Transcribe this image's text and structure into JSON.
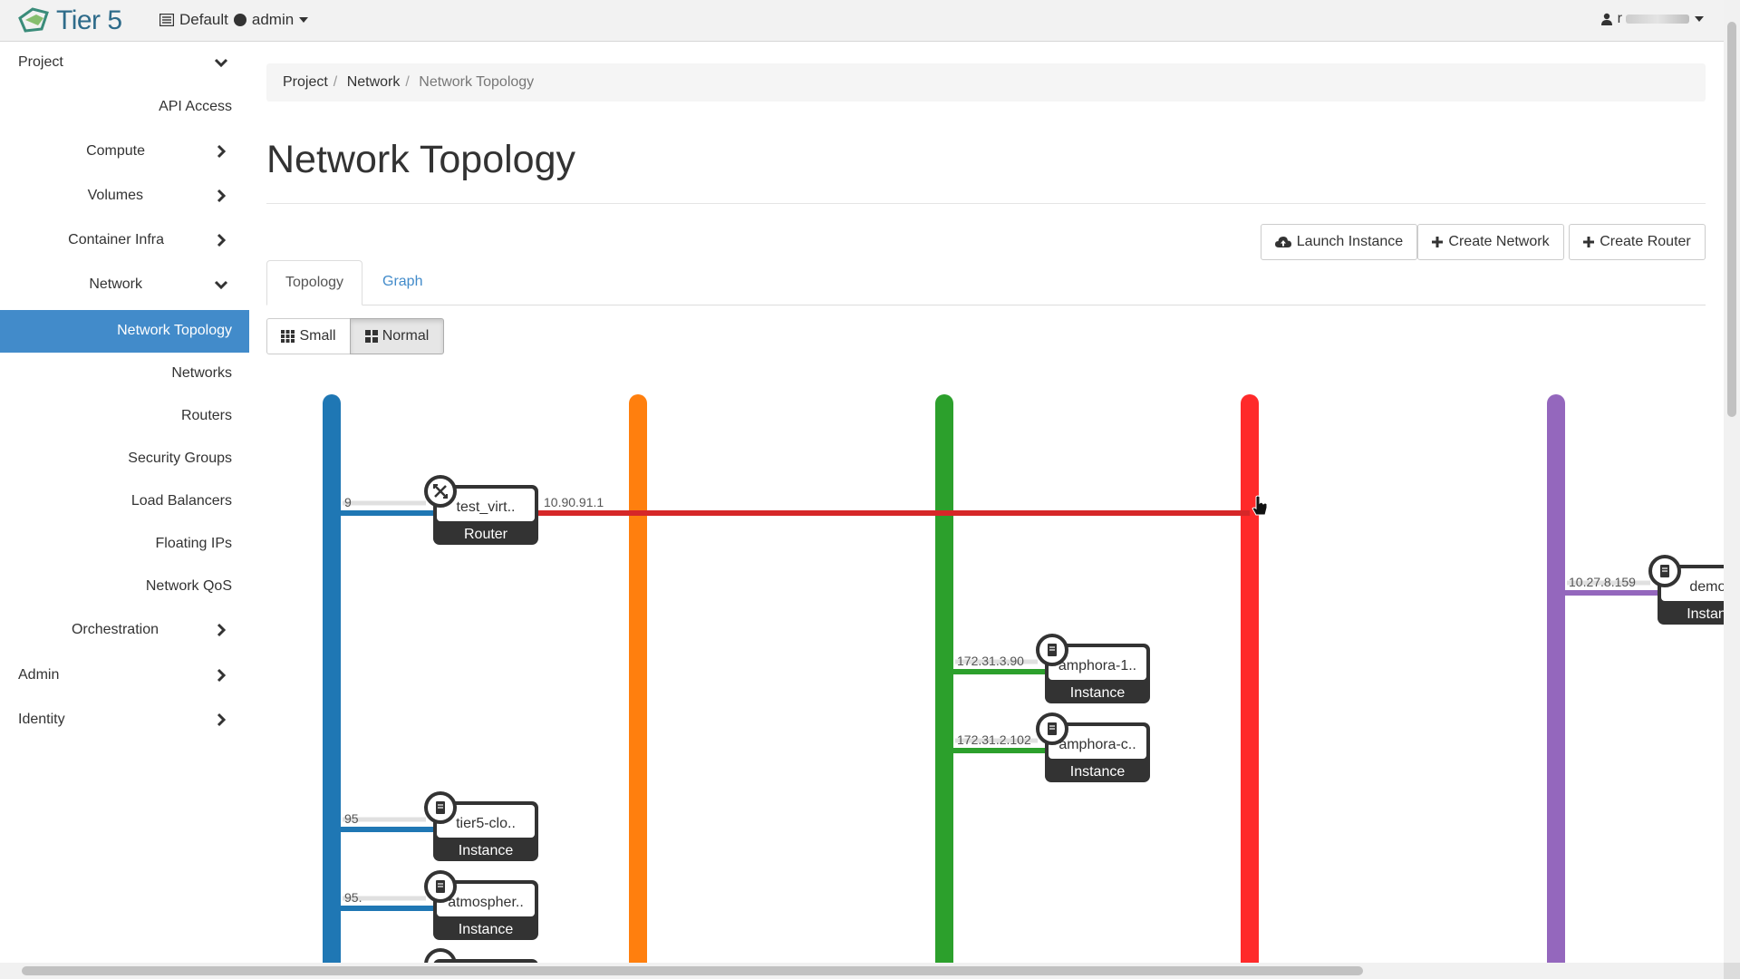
{
  "navbar": {
    "brand": "Tier 5",
    "domain": "Default",
    "project": "admin",
    "user": "r"
  },
  "sidebar": {
    "items": [
      {
        "label": "Project",
        "chevron": "down"
      },
      {
        "label": "API Access",
        "chevron": "none"
      },
      {
        "label": "Compute",
        "chevron": "right"
      },
      {
        "label": "Volumes",
        "chevron": "right"
      },
      {
        "label": "Container Infra",
        "chevron": "right"
      },
      {
        "label": "Network",
        "chevron": "down"
      },
      {
        "label": "Network Topology",
        "chevron": "none",
        "active": true
      },
      {
        "label": "Networks",
        "chevron": "none"
      },
      {
        "label": "Routers",
        "chevron": "none"
      },
      {
        "label": "Security Groups",
        "chevron": "none"
      },
      {
        "label": "Load Balancers",
        "chevron": "none"
      },
      {
        "label": "Floating IPs",
        "chevron": "none"
      },
      {
        "label": "Network QoS",
        "chevron": "none"
      },
      {
        "label": "Orchestration",
        "chevron": "right"
      },
      {
        "label": "Admin",
        "chevron": "right"
      },
      {
        "label": "Identity",
        "chevron": "right"
      }
    ]
  },
  "breadcrumb": {
    "project": "Project",
    "network": "Network",
    "current": "Network Topology"
  },
  "page_title": "Network Topology",
  "actions": {
    "launch_instance": "Launch Instance",
    "create_network": "Create Network",
    "create_router": "Create Router"
  },
  "tabs": {
    "topology": "Topology",
    "graph": "Graph"
  },
  "view_toggle": {
    "small": "Small",
    "normal": "Normal",
    "selected": "Normal"
  },
  "topology": {
    "networks": [
      {
        "color": "#1f77b4"
      },
      {
        "color": "#ff7f0e"
      },
      {
        "color": "#2ca02c"
      },
      {
        "color": "#ff2a2a"
      },
      {
        "color": "#9467bd"
      }
    ],
    "router_link_color": "#d62728",
    "nodes": [
      {
        "name": "test_virt..",
        "type": "Router",
        "network": 0,
        "ip": "9",
        "icon": "router-icon",
        "uplink_ip": "10.90.91.1",
        "uplink_network": 3
      },
      {
        "name": "demo-",
        "type": "Instanc",
        "network": 4,
        "ip": "10.27.8.159",
        "icon": "server-icon"
      },
      {
        "name": "amphora-1..",
        "type": "Instance",
        "network": 2,
        "ip": "172.31.3.90",
        "icon": "server-icon"
      },
      {
        "name": "amphora-c..",
        "type": "Instance",
        "network": 2,
        "ip": "172.31.2.102",
        "icon": "server-icon"
      },
      {
        "name": "tier5-clo..",
        "type": "Instance",
        "network": 0,
        "ip": "95",
        "icon": "server-icon"
      },
      {
        "name": "atmospher..",
        "type": "Instance",
        "network": 0,
        "ip": "95.",
        "icon": "server-icon"
      }
    ]
  }
}
